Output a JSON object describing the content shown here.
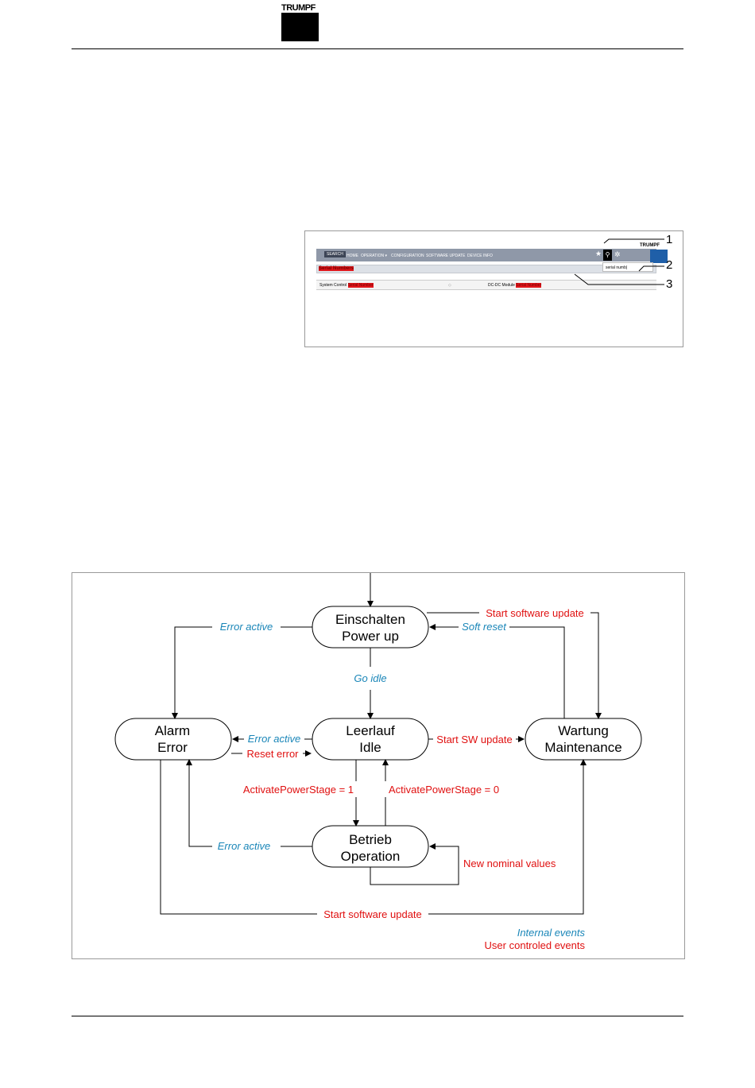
{
  "header": {
    "logo": "TRUMPF"
  },
  "screenshot": {
    "nav": {
      "search": "SEARCH",
      "home": "HOME",
      "operation": "OPERATION ▾",
      "configuration": "CONFIGURATION",
      "software_update": "SOFTWARE UPDATE",
      "device_info": "DEVICE INFO"
    },
    "logo": "TRUMPF",
    "search_value": "serial numb|",
    "results_title": "Serial Numbers",
    "row": {
      "left_label": "System Control ",
      "left_value": "Serial Number",
      "right_label": "DC-DC Module ",
      "right_value": "Serial Number"
    },
    "callouts": [
      "1",
      "2",
      "3"
    ]
  },
  "diagram": {
    "states": {
      "power_up": [
        "Einschalten",
        "Power up"
      ],
      "idle": [
        "Leerlauf",
        "Idle"
      ],
      "error": [
        "Alarm",
        "Error"
      ],
      "maintenance": [
        "Wartung",
        "Maintenance"
      ],
      "operation": [
        "Betrieb",
        "Operation"
      ]
    },
    "transitions": {
      "error_active_1": "Error active",
      "start_software_update_1": "Start software update",
      "soft_reset": "Soft reset",
      "go_idle": "Go idle",
      "error_active_2": "Error active",
      "reset_error": "Reset error",
      "start_sw_update": "Start SW update",
      "activate_1": "ActivatePowerStage = 1",
      "activate_0": "ActivatePowerStage = 0",
      "error_active_3": "Error active",
      "new_nominal_values": "New nominal values",
      "start_software_update_2": "Start software update"
    },
    "legend": {
      "internal": "Internal events",
      "user": "User controled events"
    },
    "colors": {
      "internal": "#1a86b8",
      "user": "#e01010"
    }
  }
}
